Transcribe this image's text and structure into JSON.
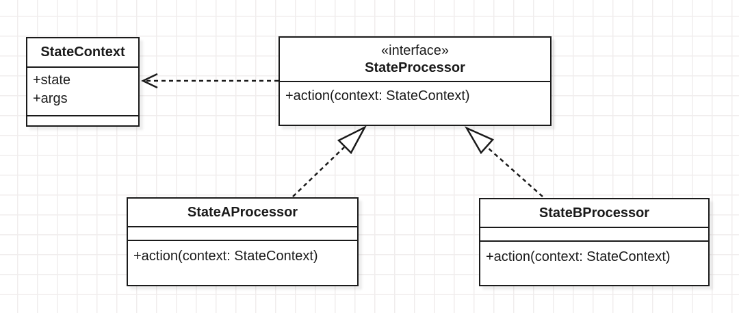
{
  "diagram": {
    "kind": "uml-class-diagram",
    "classes": [
      {
        "id": "state-context",
        "stereotype": "",
        "name": "StateContext",
        "attributes": [
          "+state",
          "+args"
        ],
        "methods": []
      },
      {
        "id": "state-processor",
        "stereotype": "«interface»",
        "name": "StateProcessor",
        "attributes": [],
        "methods": [
          "+action(context: StateContext)"
        ]
      },
      {
        "id": "state-a-processor",
        "stereotype": "",
        "name": "StateAProcessor",
        "attributes": [],
        "methods": [
          "+action(context: StateContext)"
        ]
      },
      {
        "id": "state-b-processor",
        "stereotype": "",
        "name": "StateBProcessor",
        "attributes": [],
        "methods": [
          "+action(context: StateContext)"
        ]
      }
    ],
    "relationships": [
      {
        "type": "dependency",
        "from": "StateProcessor",
        "to": "StateContext",
        "line_style": "dashed",
        "arrowhead": "open"
      },
      {
        "type": "realization",
        "from": "StateAProcessor",
        "to": "StateProcessor",
        "line_style": "dashed",
        "arrowhead": "hollow-triangle"
      },
      {
        "type": "realization",
        "from": "StateBProcessor",
        "to": "StateProcessor",
        "line_style": "dashed",
        "arrowhead": "hollow-triangle"
      }
    ],
    "colors": {
      "stroke": "#1a1a1a",
      "shape_fill": "#ffffff",
      "background": "#ffffff",
      "grid_line": "#f0eded"
    }
  }
}
